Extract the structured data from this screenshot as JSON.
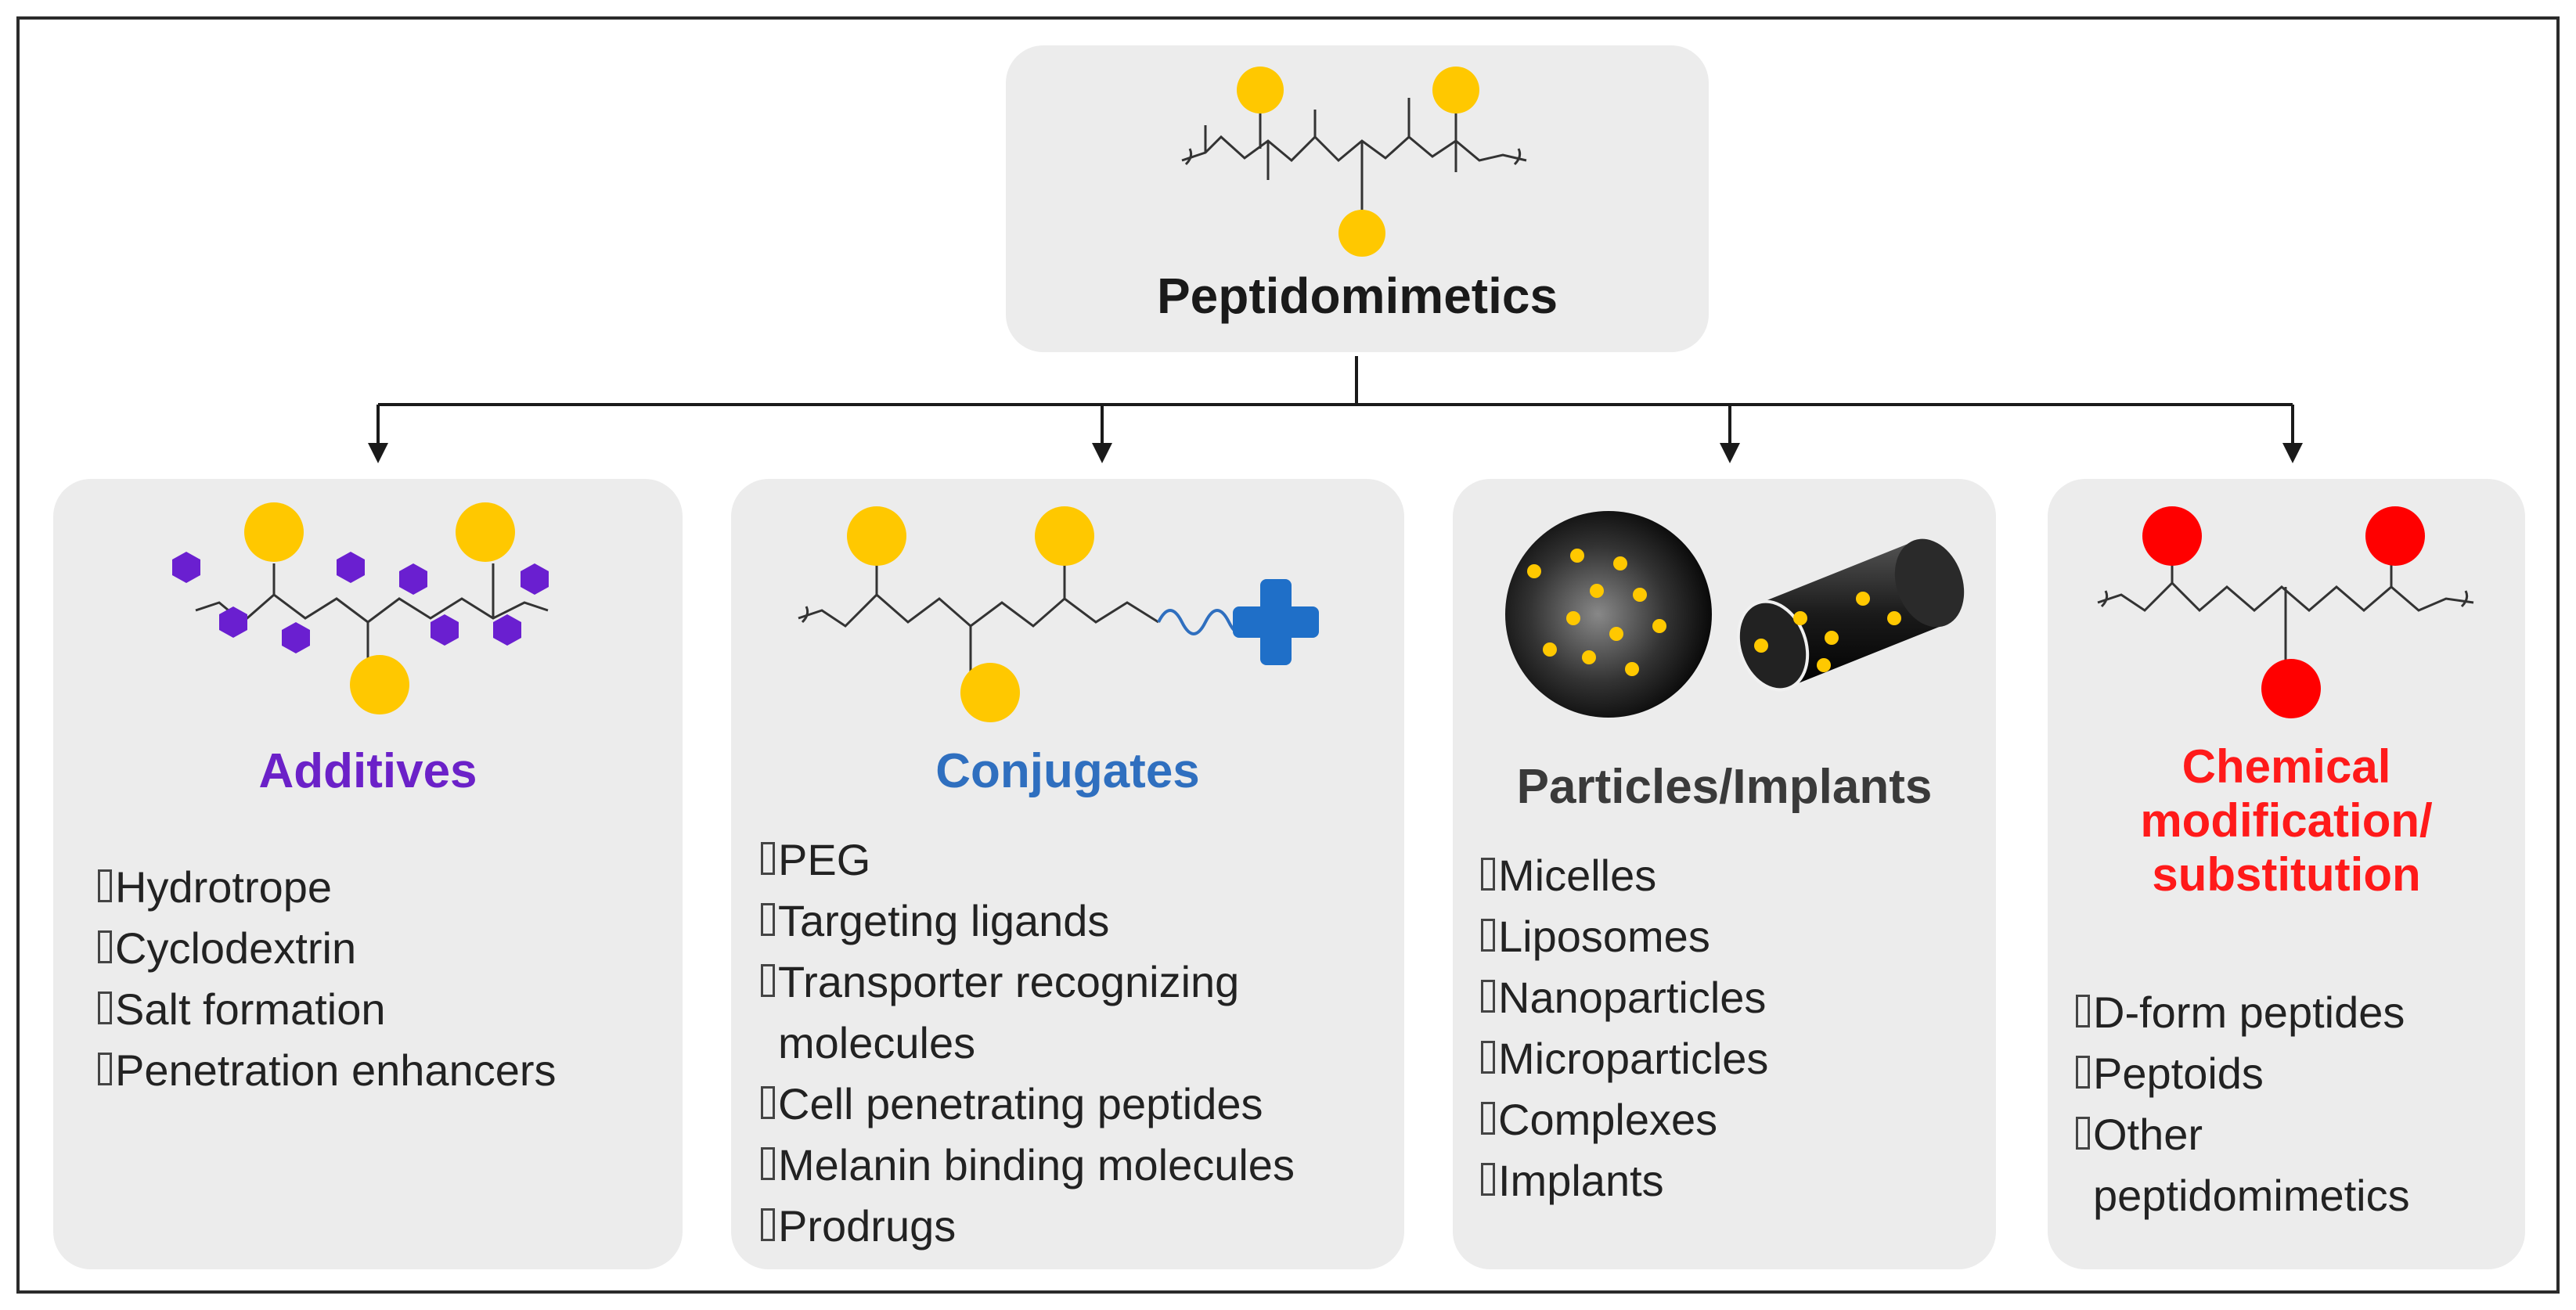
{
  "root": {
    "title": "Peptidomimetics"
  },
  "categories": [
    {
      "id": "additives",
      "title": "Additives",
      "title_color": "#6b21c8",
      "items": [
        "Hydrotrope",
        "Cyclodextrin",
        "Salt formation",
        "Penetration enhancers"
      ]
    },
    {
      "id": "conjugates",
      "title": "Conjugates",
      "title_color": "#2f6fbf",
      "items": [
        "PEG",
        "Targeting ligands",
        "Transporter recognizing\nmolecules",
        "Cell penetrating peptides",
        "Melanin binding molecules",
        "Prodrugs"
      ]
    },
    {
      "id": "particles",
      "title": "Particles/Implants",
      "title_color": "#3a3a3a",
      "items": [
        "Micelles",
        "Liposomes",
        "Nanoparticles",
        "Microparticles",
        "Complexes",
        "Implants"
      ]
    },
    {
      "id": "chemical",
      "title": "Chemical\nmodification/\nsubstitution",
      "title_color": "#ff1a1a",
      "items": [
        "D-form peptides",
        "Peptoids",
        "Other\npeptidomimetics"
      ]
    }
  ],
  "colors": {
    "side_chain_yellow": "#ffc800",
    "hexagon_purple": "#6a1fd0",
    "cross_blue": "#1f6fc8",
    "side_chain_red": "#ff0000"
  }
}
